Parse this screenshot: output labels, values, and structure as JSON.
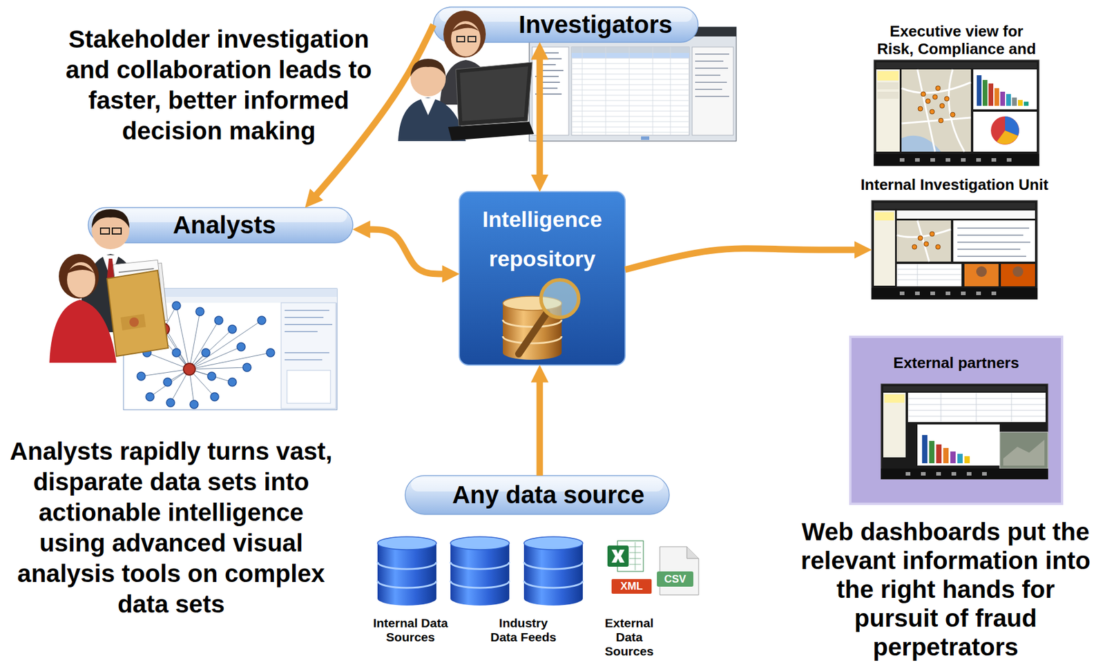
{
  "diagram": {
    "nodes": [
      {
        "text": [
          "Investigators"
        ]
      },
      {
        "text": [
          "Executive view for Risk, Compliance and"
        ]
      },
      {
        "text": [
          "Analysts"
        ]
      },
      {
        "text": [
          "Intelligence repository"
        ]
      },
      {
        "text": [
          "Internal Investigation Unit"
        ]
      },
      {
        "text": [
          "External partners"
        ]
      },
      {
        "text": [
          "Any data source"
        ]
      }
    ],
    "edges": [
      {
        "from": 0,
        "to": 3,
        "arrow": "both"
      },
      {
        "from": 0,
        "to": 2,
        "arrow": "to"
      },
      {
        "from": 2,
        "to": 3,
        "arrow": "both"
      },
      {
        "from": 6,
        "to": 3,
        "arrow": "to"
      },
      {
        "from": 3,
        "to": 4,
        "arrow": "to"
      }
    ],
    "labels": [
      "Stakeholder investigation and collaboration leads to faster, better informed decision making",
      "Analysts rapidly turns vast, disparate data sets into actionable intelligence using advanced visual analysis tools on complex data sets",
      "Internal Data Sources",
      "Industry Data Feeds",
      "XML",
      "CSV",
      "External Data Sources",
      "Web dashboards put the relevant information into the right hands for pursuit of fraud perpetrators"
    ]
  }
}
